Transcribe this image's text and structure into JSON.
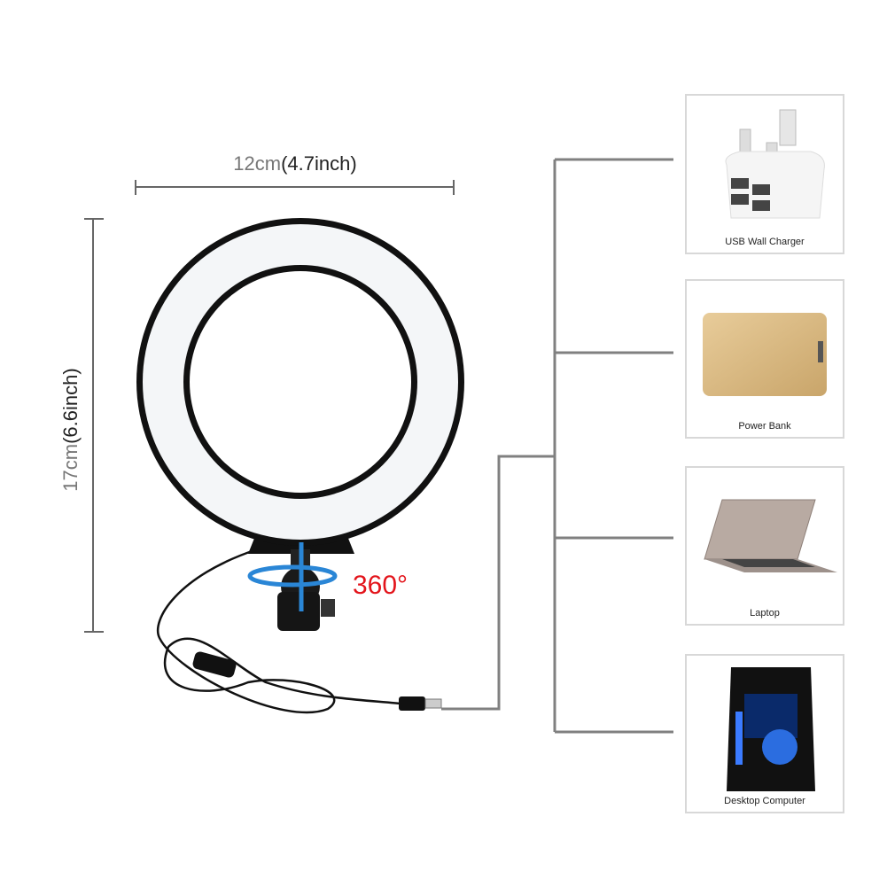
{
  "dimensions": {
    "width_metric": "12cm",
    "width_imperial": "(4.7inch)",
    "height_metric": "17cm",
    "height_imperial": "(6.6inch)"
  },
  "rotation_label": "360°",
  "power_sources": [
    {
      "label": "USB Wall Charger",
      "icon": "usb-wall-charger-icon"
    },
    {
      "label": "Power Bank",
      "icon": "power-bank-icon"
    },
    {
      "label": "Laptop",
      "icon": "laptop-icon"
    },
    {
      "label": "Desktop Computer",
      "icon": "desktop-computer-icon"
    }
  ],
  "colors": {
    "accent_red": "#e3141b",
    "connector": "#808080",
    "rotation_arrow": "#2a86d6"
  }
}
